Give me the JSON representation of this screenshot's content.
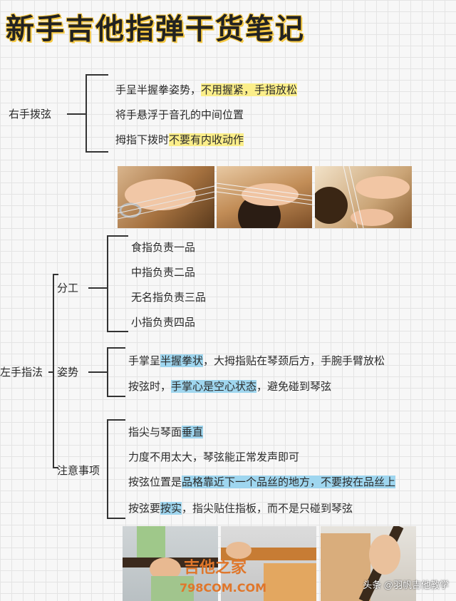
{
  "title": "新手吉他指弹干货笔记",
  "right_hand": {
    "label": "右手拨弦",
    "items": [
      {
        "pre": "手呈半握拳姿势，",
        "hl": "不用握紧，手指放松",
        "post": ""
      },
      {
        "pre": "将手悬浮于音孔的中间位置",
        "hl": "",
        "post": ""
      },
      {
        "pre": "拇指下拨时",
        "hl": "不要有内收动作",
        "post": ""
      }
    ]
  },
  "left_hand": {
    "label": "左手指法",
    "groups": [
      {
        "label": "分工",
        "items": [
          "食指负责一品",
          "中指负责二品",
          "无名指负责三品",
          "小指负责四品"
        ]
      },
      {
        "label": "姿势",
        "items": [
          {
            "pre": "手掌呈",
            "hl": "半握拳状",
            "post": "，大拇指贴在琴颈后方，手腕手臂放松"
          },
          {
            "pre": "按弦时，",
            "hl": "手掌心是空心状态",
            "post": "，避免碰到琴弦"
          }
        ]
      },
      {
        "label": "注意事项",
        "items": [
          {
            "pre": "指尖与琴面",
            "hl": "垂直",
            "post": ""
          },
          {
            "pre": "力度不用太大，琴弦能正常发声即可",
            "hl": "",
            "post": ""
          },
          {
            "pre": "按弦位置是",
            "hl": "品格靠近下一个品丝的地方，不要按在品丝上",
            "post": ""
          },
          {
            "pre": "按弦要",
            "hl": "按实",
            "post": "，指尖贴住指板，而不是只碰到琴弦"
          }
        ]
      }
    ]
  },
  "watermark": {
    "line1": "吉他之家",
    "line2": "798COM.COM"
  },
  "credit": "头条 @羽帆吉他教学",
  "colors": {
    "highlight_yellow": "#fbee8a",
    "highlight_blue": "#9fd6ef",
    "title_accent": "#f5c842"
  }
}
